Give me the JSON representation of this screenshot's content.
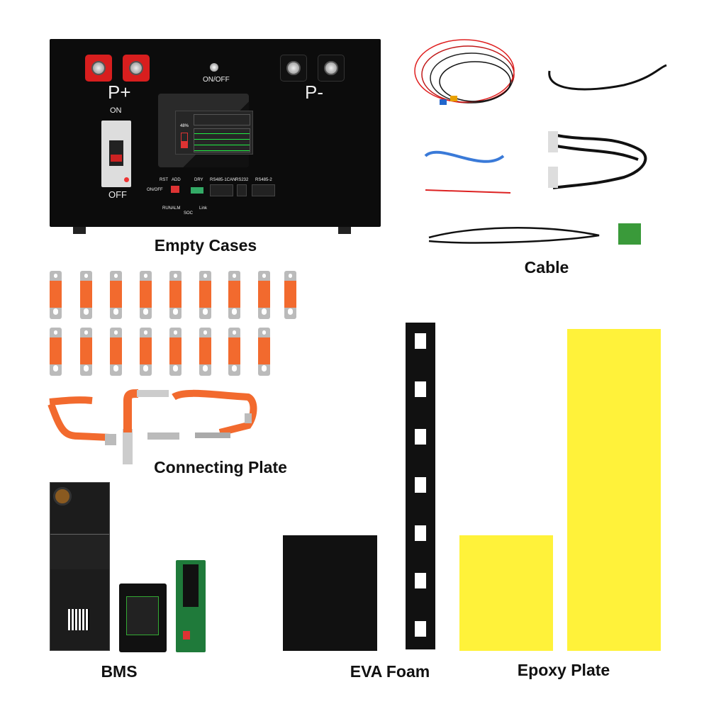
{
  "groups": {
    "empty_cases": "Empty Cases",
    "cable": "Cable",
    "connecting_plate": "Connecting Plate",
    "bms": "BMS",
    "eva_foam": "EVA Foam",
    "epoxy_plate": "Epoxy Plate"
  },
  "case_panel": {
    "positive": "P+",
    "negative": "P-",
    "power_switch": "ON/OFF",
    "breaker_on": "ON",
    "breaker_off": "OFF",
    "rst": "RST",
    "add": "ADD",
    "dry": "DRY",
    "rs485_can": "RS485-1CAN",
    "rs232": "RS232",
    "rs485_2": "RS485-2",
    "on_off_small": "ON/OFF",
    "run_alm": "RUNALM",
    "soc": "SOC",
    "link": "Link",
    "screen_soc": "48%"
  },
  "colors": {
    "busbar": "#f26a2e",
    "epoxy": "#fff23a",
    "terminal_positive": "#d81e1e",
    "foam": "#111111"
  }
}
